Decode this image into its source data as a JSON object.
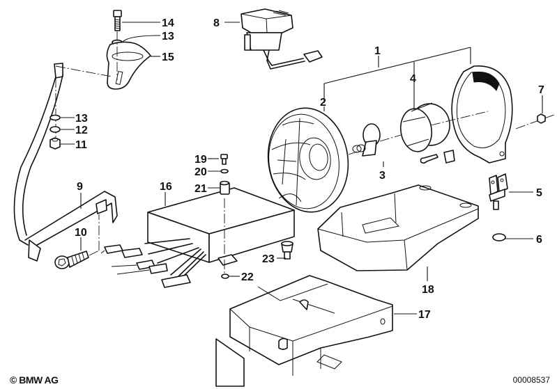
{
  "diagram": {
    "title": "Headlight / auxiliary lamp assembly parts diagram",
    "callouts": [
      {
        "id": "1",
        "label": "1"
      },
      {
        "id": "2",
        "label": "2"
      },
      {
        "id": "3",
        "label": "3"
      },
      {
        "id": "4",
        "label": "4"
      },
      {
        "id": "5",
        "label": "5"
      },
      {
        "id": "6",
        "label": "6"
      },
      {
        "id": "7",
        "label": "7"
      },
      {
        "id": "8",
        "label": "8"
      },
      {
        "id": "9",
        "label": "9"
      },
      {
        "id": "10",
        "label": "10"
      },
      {
        "id": "11",
        "label": "11"
      },
      {
        "id": "12",
        "label": "12"
      },
      {
        "id": "13a",
        "label": "13"
      },
      {
        "id": "13b",
        "label": "13"
      },
      {
        "id": "14",
        "label": "14"
      },
      {
        "id": "15",
        "label": "15"
      },
      {
        "id": "16",
        "label": "16"
      },
      {
        "id": "17",
        "label": "17"
      },
      {
        "id": "18",
        "label": "18"
      },
      {
        "id": "19",
        "label": "19"
      },
      {
        "id": "20",
        "label": "20"
      },
      {
        "id": "21",
        "label": "21"
      },
      {
        "id": "22",
        "label": "22"
      },
      {
        "id": "23",
        "label": "23"
      }
    ]
  },
  "footer": {
    "copyright": "© BMW AG",
    "drawing_number": "00008537"
  }
}
